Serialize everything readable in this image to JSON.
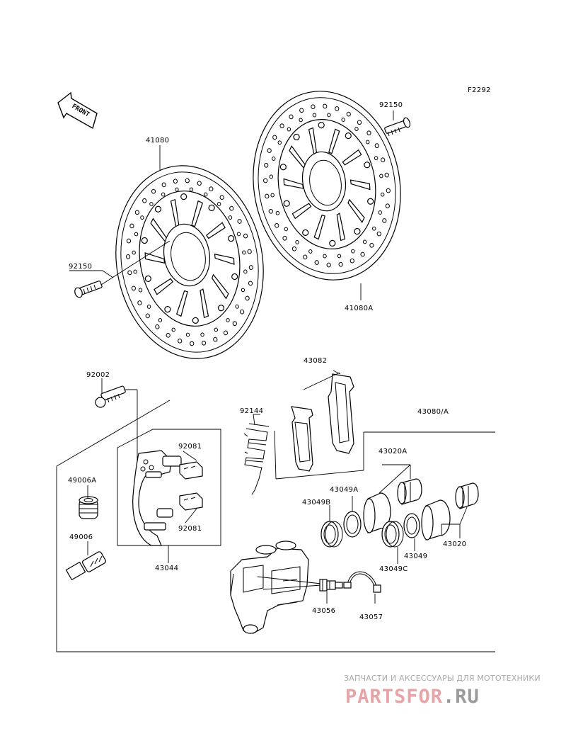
{
  "diagram_code": "F2292",
  "front_arrow": "FRONT",
  "labels": {
    "p41080": "41080",
    "p92150_left": "92150",
    "p92150_right": "92150",
    "p41080A": "41080A",
    "p43082": "43082",
    "p43080A": "43080/A",
    "p92002": "92002",
    "p92144": "92144",
    "p43020A": "43020A",
    "p92081_top": "92081",
    "p92081_bottom": "92081",
    "p49006A": "49006A",
    "p43049A": "43049A",
    "p43049B": "43049B",
    "p43049": "43049",
    "p43020": "43020",
    "p43049C": "43049C",
    "p49006": "49006",
    "p43044": "43044",
    "p43056": "43056",
    "p43057": "43057"
  },
  "watermark": {
    "tagline": "ЗАПЧАСТИ И АКСЕССУАРЫ ДЛЯ МОТОТЕХНИКИ",
    "logo_main": "PARTSFOR",
    "logo_domain": ".RU",
    "logo_color": "#e8a3a6",
    "logo_domain_color": "#9a9a9a"
  }
}
